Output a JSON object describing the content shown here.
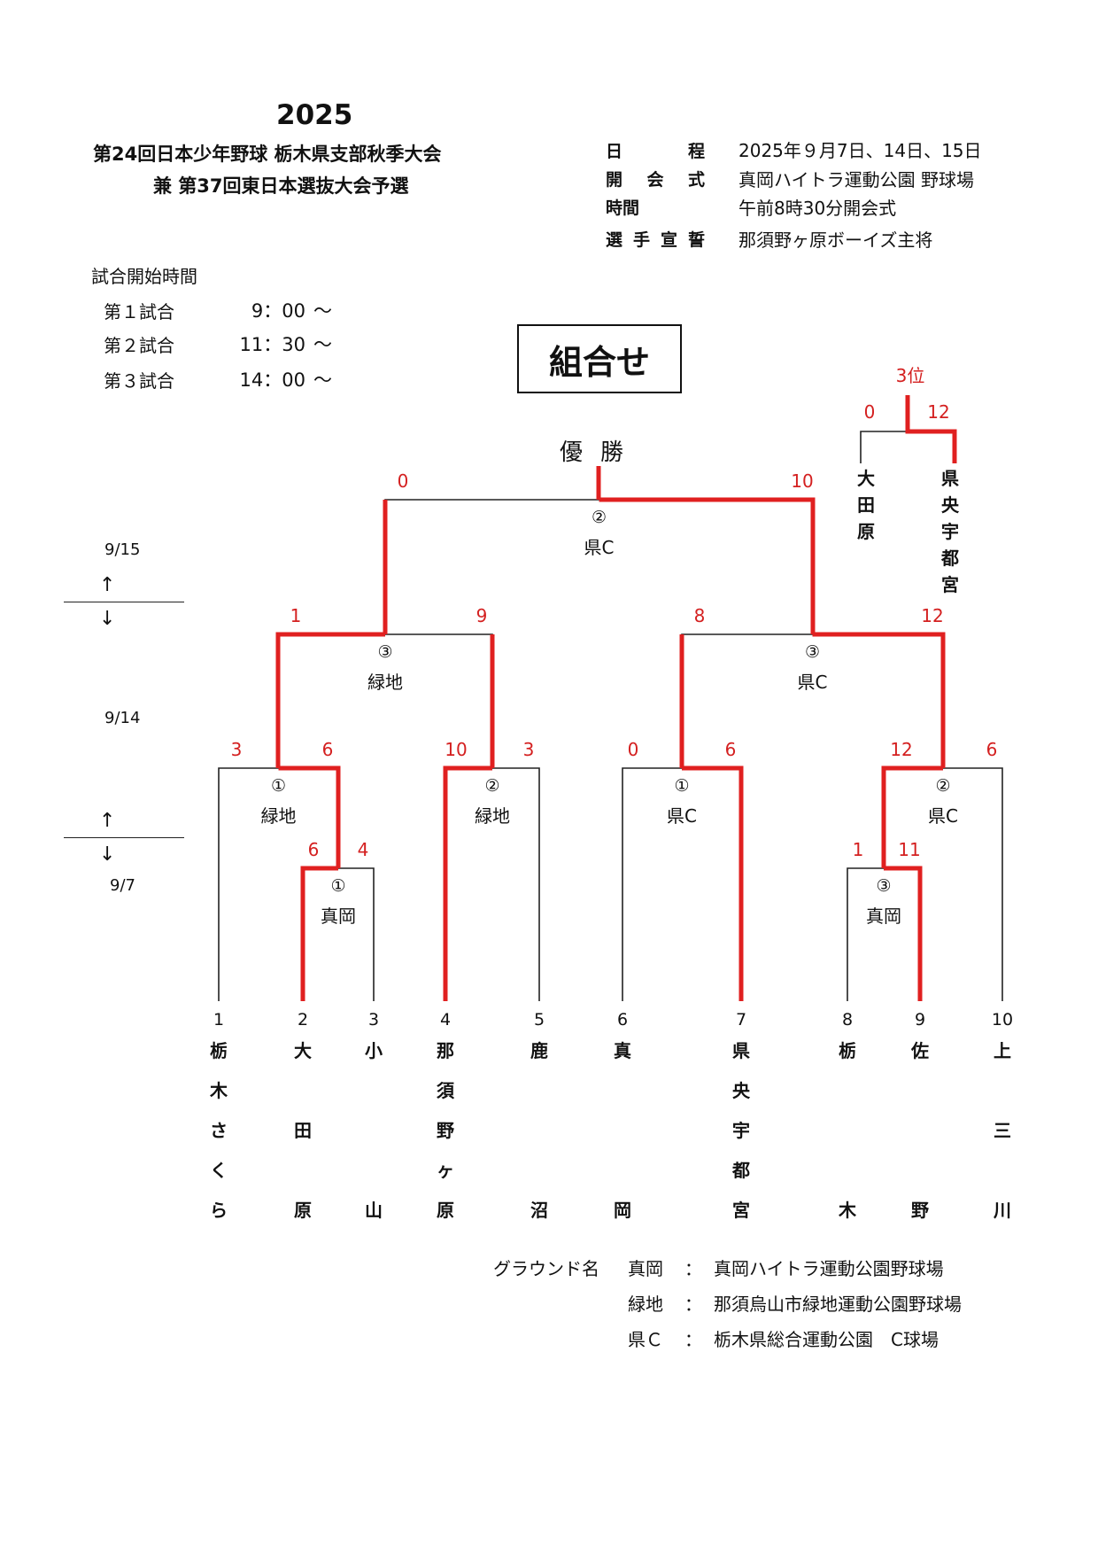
{
  "header": {
    "year": "2025",
    "title_line1": "第24回日本少年野球 栃木県支部秋季大会",
    "title_line2": "兼 第37回東日本選抜大会予選"
  },
  "info": [
    {
      "label": "日程",
      "value": "2025年９月7日、14日、15日"
    },
    {
      "label": "開会式",
      "value": "真岡ハイトラ運動公園 野球場"
    },
    {
      "label": "時間",
      "value": "午前8時30分開会式"
    },
    {
      "label": "選手宣誓",
      "value": "那須野ヶ原ボーイズ主将"
    }
  ],
  "schedule": {
    "title": "試合開始時間",
    "tilde": "～",
    "games": [
      {
        "name": "第１試合",
        "time": "9：00"
      },
      {
        "name": "第２試合",
        "time": "11：30"
      },
      {
        "name": "第３試合",
        "time": "14：00"
      }
    ]
  },
  "kumiawase": "組合せ",
  "yusho": "優勝",
  "dates": {
    "d915": "9/15",
    "d914": "9/14",
    "d97": "9/7",
    "arrow_up": "↑",
    "arrow_down": "↓"
  },
  "teams": [
    {
      "num": "1",
      "name": "栃木さくら"
    },
    {
      "num": "2",
      "name": "大田原"
    },
    {
      "num": "3",
      "name": "小山"
    },
    {
      "num": "4",
      "name": "那須野ヶ原"
    },
    {
      "num": "5",
      "name": "鹿沼"
    },
    {
      "num": "6",
      "name": "真岡"
    },
    {
      "num": "7",
      "name": "県央宇都宮"
    },
    {
      "num": "8",
      "name": "栃木"
    },
    {
      "num": "9",
      "name": "佐野"
    },
    {
      "num": "10",
      "name": "上三川"
    }
  ],
  "matches": {
    "r0a": {
      "seed": "①",
      "venue": "真岡",
      "score_left": "6",
      "score_right": "4"
    },
    "r0b": {
      "seed": "③",
      "venue": "真岡",
      "score_left": "1",
      "score_right": "11"
    },
    "r1a": {
      "seed": "①",
      "venue": "緑地",
      "score_left": "3",
      "score_right": "6"
    },
    "r1b": {
      "seed": "②",
      "venue": "緑地",
      "score_left": "10",
      "score_right": "3"
    },
    "r1c": {
      "seed": "①",
      "venue": "県C",
      "score_left": "0",
      "score_right": "6"
    },
    "r1d": {
      "seed": "②",
      "venue": "県C",
      "score_left": "12",
      "score_right": "6"
    },
    "sfa": {
      "seed": "③",
      "venue": "緑地",
      "score_left": "1",
      "score_right": "9"
    },
    "sfb": {
      "seed": "③",
      "venue": "県C",
      "score_left": "8",
      "score_right": "12"
    },
    "final": {
      "seed": "②",
      "venue": "県C",
      "score_left": "0",
      "score_right": "10"
    }
  },
  "third_place": {
    "label": "3位",
    "score_left": "0",
    "score_right": "12",
    "team_left": "大田原",
    "team_right": "県央宇都宮"
  },
  "grounds": {
    "title": "グラウンド名",
    "sep": "：",
    "items": [
      {
        "short": "真岡",
        "full": "真岡ハイトラ運動公園野球場"
      },
      {
        "short": "緑地",
        "full": "那須烏山市緑地運動公園野球場"
      },
      {
        "short": "県Ｃ",
        "full": "栃木県総合運動公園　C球場"
      }
    ]
  },
  "colors": {
    "win_line": "#e02020",
    "line": "#222222",
    "score": "#d42020"
  }
}
